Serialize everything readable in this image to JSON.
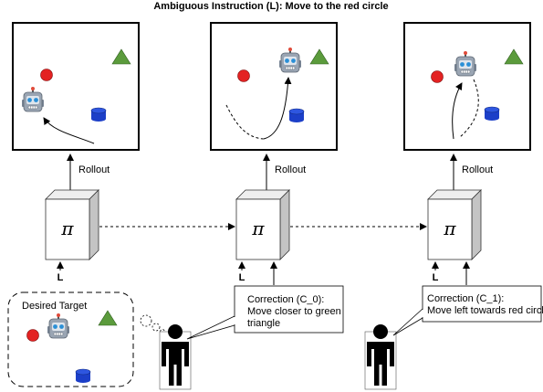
{
  "title": "Ambiguous Instruction (L): Move to the red circle",
  "rollout_label": "Rollout",
  "policy_symbol": "π",
  "instruction_symbol": "L",
  "desired_target_label": "Desired Target",
  "corrections": [
    {
      "lines": [
        "Correction (C_0):",
        "Move closer to green",
        "triangle"
      ]
    },
    {
      "lines": [
        "Correction (C_1):",
        "Move left towards red circle"
      ]
    }
  ],
  "colors": {
    "red_circle": "#e32222",
    "blue_cylinder": "#1c3fc8",
    "green_triangle": "#5b9b3c",
    "robot_body": "#9aa5b3",
    "robot_eye": "#2a8fd6",
    "box_front": "#ffffff",
    "box_top": "#eeeeee",
    "box_side": "#c4c4c4"
  },
  "icons": [
    "robot-icon",
    "red-circle",
    "blue-cylinder",
    "green-triangle",
    "person-icon",
    "thought-bubble",
    "box-3d"
  ]
}
